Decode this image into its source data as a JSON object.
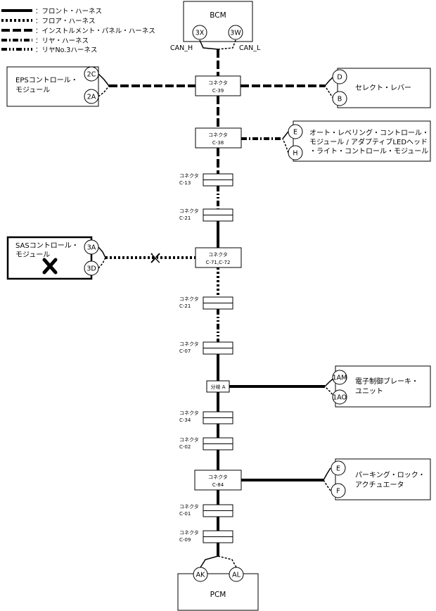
{
  "legend": [
    {
      "style": "front",
      "label": "：フロント・ハーネス"
    },
    {
      "style": "floor",
      "label": "：フロア・ハーネス"
    },
    {
      "style": "instrument",
      "label": "：インストルメント・パネル・ハーネス"
    },
    {
      "style": "rear",
      "label": "：リヤ・ハーネス"
    },
    {
      "style": "rear3",
      "label": "：リヤNo.3ハーネス"
    }
  ],
  "bcm": {
    "title": "BCM",
    "pin_left": "3X",
    "pin_right": "3W",
    "can_h": "CAN_H",
    "can_l": "CAN_L"
  },
  "pcm": {
    "title": "PCM",
    "pin_left": "AK",
    "pin_right": "AL"
  },
  "eps": {
    "line1": "EPSコントロール・",
    "line2": "モジュール",
    "pin_top": "2C",
    "pin_bottom": "2A"
  },
  "select_lever": {
    "line1": "セレクト・レバー",
    "pin_top": "D",
    "pin_bottom": "B"
  },
  "headlight": {
    "line1": "オート・レベリング・コントロール・",
    "line2": "モジュール / アダプティブLEDヘッド",
    "line3": "・ライト・コントロール・モジュール",
    "pin_top": "E",
    "pin_bottom": "H"
  },
  "sas": {
    "line1": "SASコントロール・",
    "line2": "モジュール",
    "pin_top": "3A",
    "pin_bottom": "3D"
  },
  "brake": {
    "line1": "電子制御ブレーキ・",
    "line2": "ユニット",
    "pin_top": "1AM",
    "pin_bottom": "1AO"
  },
  "parking": {
    "line1": "パーキング・ロック・",
    "line2": "アクチュエータ",
    "pin_top": "E",
    "pin_bottom": "F"
  },
  "connectors": {
    "c39": {
      "title": "コネクタ",
      "code": "C-39"
    },
    "c38": {
      "title": "コネクタ",
      "code": "C-38"
    },
    "c13": {
      "title": "コネクタ",
      "code": "C-13"
    },
    "c21a": {
      "title": "コネクタ",
      "code": "C-21"
    },
    "c7172": {
      "title": "コネクタ",
      "code": "C-71,C-72"
    },
    "c21b": {
      "title": "コネクタ",
      "code": "C-21"
    },
    "c07": {
      "title": "コネクタ",
      "code": "C-07"
    },
    "junction": {
      "title": "分岐 A"
    },
    "c34": {
      "title": "コネクタ",
      "code": "C-34"
    },
    "c02": {
      "title": "コネクタ",
      "code": "C-02"
    },
    "c84": {
      "title": "コネクタ",
      "code": "C-84"
    },
    "c01": {
      "title": "コネクタ",
      "code": "C-01"
    },
    "c09": {
      "title": "コネクタ",
      "code": "C-09"
    }
  }
}
